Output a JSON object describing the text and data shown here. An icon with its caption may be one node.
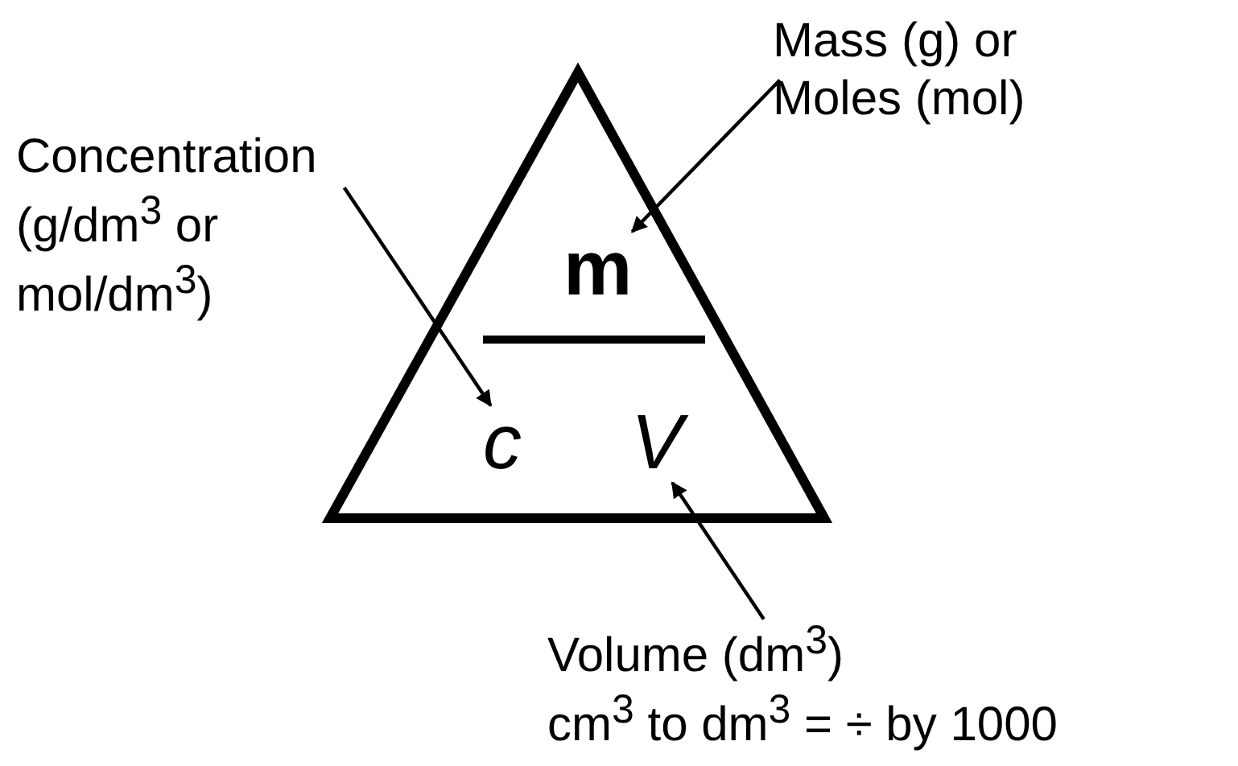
{
  "diagram": {
    "nodes": [
      {
        "text": [],
        "shape": "triangle"
      },
      {
        "text": [
          "m"
        ],
        "in": 0
      },
      {
        "text": [
          "c"
        ],
        "in": 0
      },
      {
        "text": [
          "V"
        ],
        "in": 0
      },
      {
        "text": [
          "Mass (g) or Moles (mol)"
        ]
      },
      {
        "text": [
          "Concentration (g/dm$^{3}$ or mol/dm$^{3}$)"
        ]
      },
      {
        "text": [
          "Volume (dm$^{3}$)",
          "cm$^{3}$ to dm$^{3}$ = ÷ by 1000"
        ]
      }
    ],
    "edges": [
      {
        "from": 4,
        "to": 1,
        "arrow": "to"
      },
      {
        "from": 5,
        "to": 2,
        "arrow": "to"
      },
      {
        "from": 6,
        "to": 3,
        "arrow": "to"
      }
    ]
  }
}
